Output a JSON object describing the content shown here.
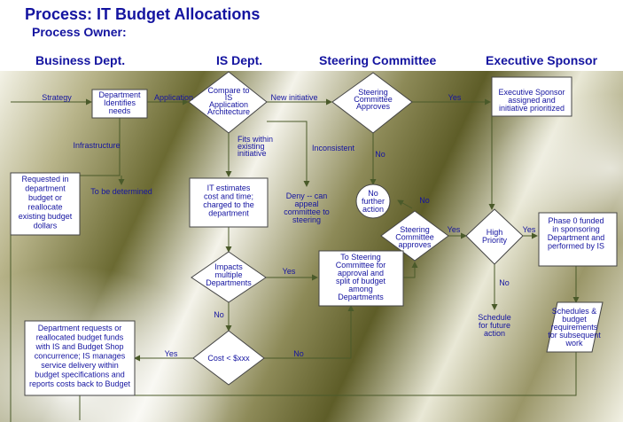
{
  "header": {
    "title": "Process: IT Budget Allocations",
    "owner": "Process Owner:"
  },
  "columns": [
    "Business Dept.",
    "IS Dept.",
    "Steering Committee",
    "Executive Sponsor"
  ],
  "nodes": {
    "dept_needs": [
      "Department",
      "Identifies",
      "needs"
    ],
    "compare_is": [
      "Compare to",
      "IS",
      "Application",
      "Architecture"
    ],
    "steering_approves": [
      "Steering",
      "Committee",
      "Approves"
    ],
    "exec_sponsor": [
      "Executive Sponsor",
      "assigned and",
      "initiative prioritized"
    ],
    "requested_budget": [
      "Requested in",
      "department",
      "budget or",
      "reallocate",
      "existing budget",
      "dollars"
    ],
    "no_further": [
      "No",
      "further",
      "action"
    ],
    "it_estimates": [
      "IT estimates",
      "cost and time;",
      "charged to the",
      "department"
    ],
    "deny": [
      "Deny -- can",
      "appeal",
      "committee to",
      "steering"
    ],
    "steering_approves2": [
      "Steering",
      "Committee",
      "approves"
    ],
    "high_priority": [
      "High",
      "Priority"
    ],
    "phase0": [
      "Phase 0 funded",
      "in sponsoring",
      "Department and",
      "performed by IS"
    ],
    "impacts": [
      "Impacts",
      "multiple",
      "Departments"
    ],
    "to_steering": [
      "To Steering",
      "Committee for",
      "approval and",
      "split of budget",
      "among",
      "Departments"
    ],
    "schedule": [
      "Schedule",
      "for future",
      "action"
    ],
    "schedules_budget": [
      "Schedules &",
      "budget",
      "requirements",
      "for subsequent",
      "work"
    ],
    "dept_requests": [
      "Department requests or",
      "reallocated budget funds",
      "with IS and Budget Shop",
      "concurrence; IS manages",
      "service delivery within",
      "budget specifications and",
      "reports costs back to Budget"
    ],
    "cost": [
      "Cost < $xxx"
    ]
  },
  "labels": {
    "strategy": "Strategy",
    "application": "Application",
    "new_initiative": "New  initiative",
    "yes": "Yes",
    "no": "No",
    "infrastructure": "Infrastructure",
    "to_be_determined": "To be determined",
    "fits_within": [
      "Fits within",
      "existing",
      "initiative"
    ],
    "inconsistent": "Inconsistent"
  }
}
